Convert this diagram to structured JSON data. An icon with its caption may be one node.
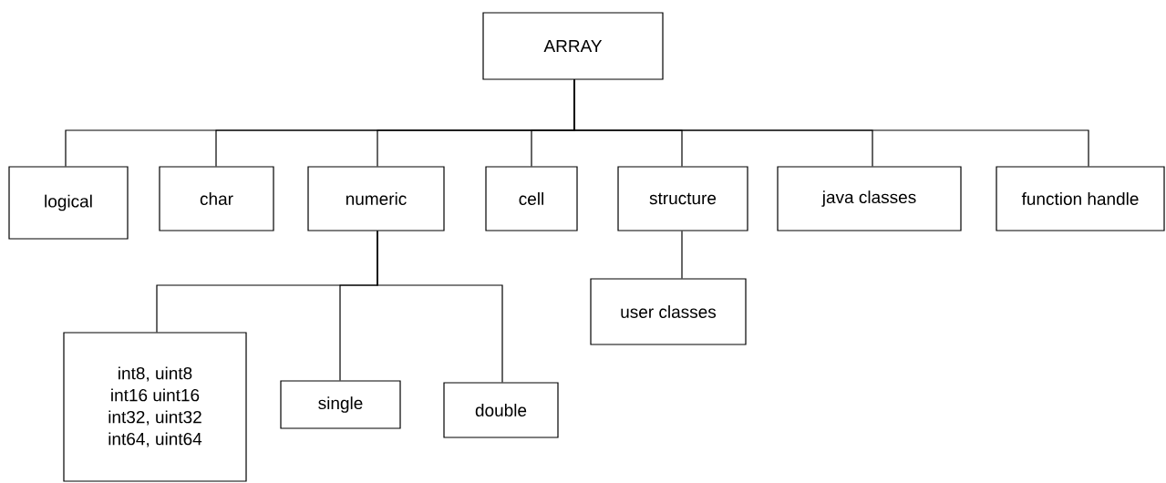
{
  "diagram": {
    "nodes": [
      {
        "text": [
          "ARRAY"
        ]
      },
      {
        "text": [
          "logical"
        ]
      },
      {
        "text": [
          "char"
        ]
      },
      {
        "text": [
          "numeric"
        ]
      },
      {
        "text": [
          "cell"
        ]
      },
      {
        "text": [
          "structure"
        ]
      },
      {
        "text": [
          "java classes"
        ]
      },
      {
        "text": [
          "function handle"
        ]
      },
      {
        "text": [
          "user classes"
        ]
      },
      {
        "text": [
          "int8, uint8",
          "int16 uint16",
          "int32, uint32",
          "int64, uint64"
        ]
      },
      {
        "text": [
          "single"
        ]
      },
      {
        "text": [
          "double"
        ]
      }
    ],
    "edges": [
      {
        "from": 0,
        "to": 1,
        "arrow": "none"
      },
      {
        "from": 0,
        "to": 2,
        "arrow": "none"
      },
      {
        "from": 0,
        "to": 3,
        "arrow": "none"
      },
      {
        "from": 0,
        "to": 4,
        "arrow": "none"
      },
      {
        "from": 0,
        "to": 5,
        "arrow": "none"
      },
      {
        "from": 0,
        "to": 6,
        "arrow": "none"
      },
      {
        "from": 0,
        "to": 7,
        "arrow": "none"
      },
      {
        "from": 5,
        "to": 8,
        "arrow": "none"
      },
      {
        "from": 3,
        "to": 9,
        "arrow": "none"
      },
      {
        "from": 3,
        "to": 10,
        "arrow": "none"
      },
      {
        "from": 3,
        "to": 11,
        "arrow": "none"
      }
    ]
  }
}
